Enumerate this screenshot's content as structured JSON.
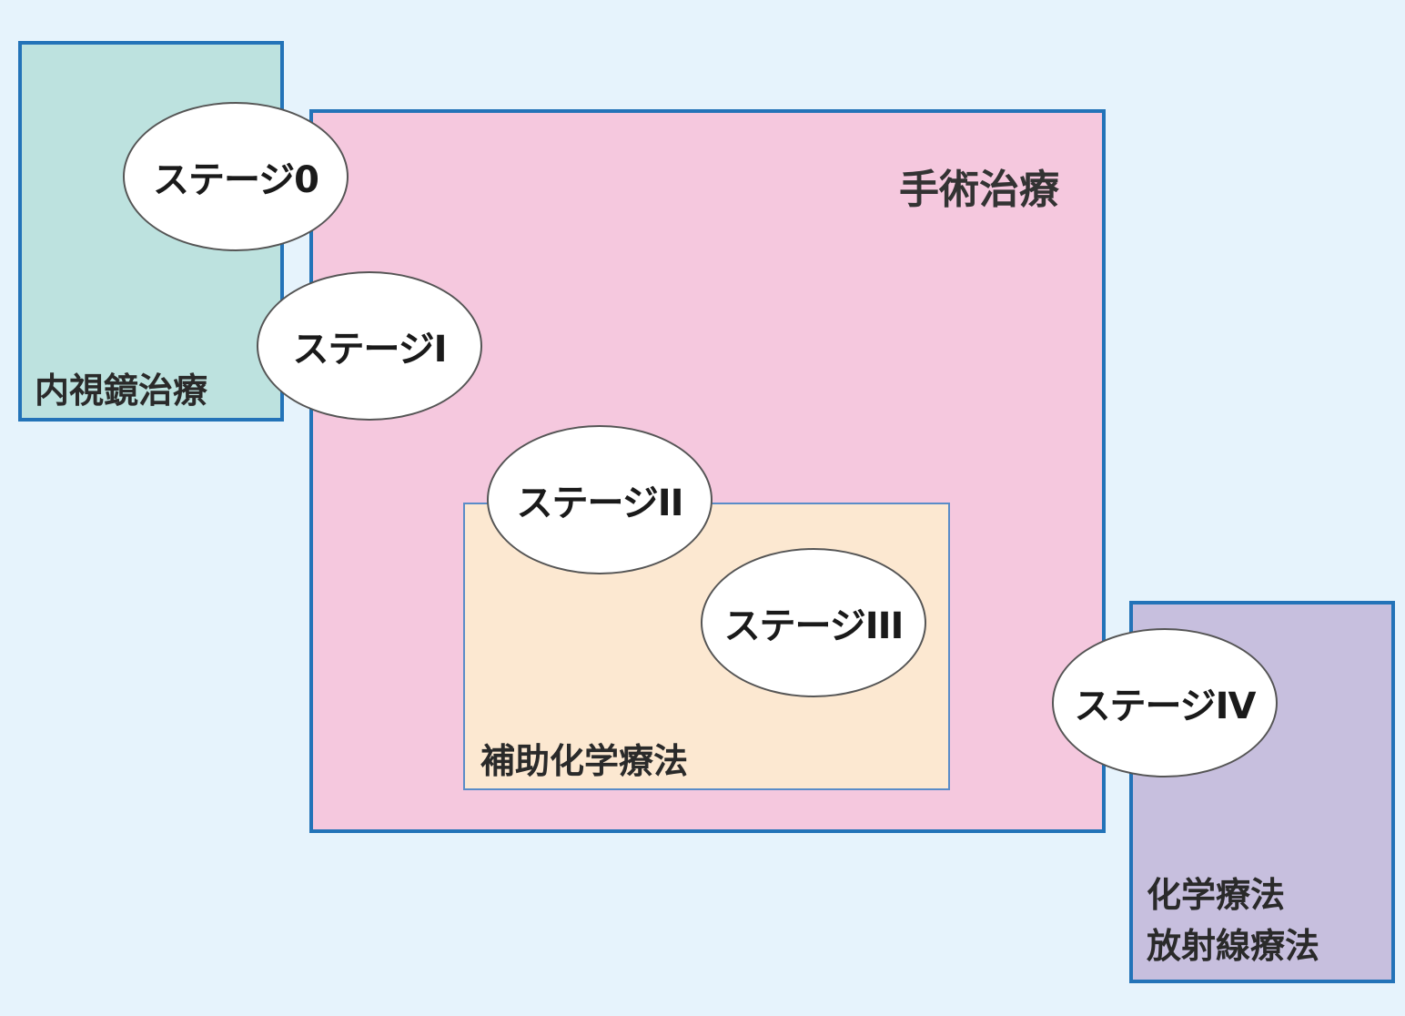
{
  "treatments": {
    "endoscopic": "内視鏡治療",
    "surgery": "手術治療",
    "adjuvant": "補助化学療法",
    "chemo_line1": "化学療法",
    "chemo_line2": "放射線療法"
  },
  "stages": [
    "ステージ0",
    "ステージI",
    "ステージII",
    "ステージIII",
    "ステージIV"
  ],
  "colors": {
    "background": "#e6f3fc",
    "endoscopic_fill": "#bde2df",
    "surgery_fill": "#f5c8de",
    "adjuvant_fill": "#fce8d1",
    "chemo_fill": "#c7bfde",
    "border": "#2373b8"
  }
}
